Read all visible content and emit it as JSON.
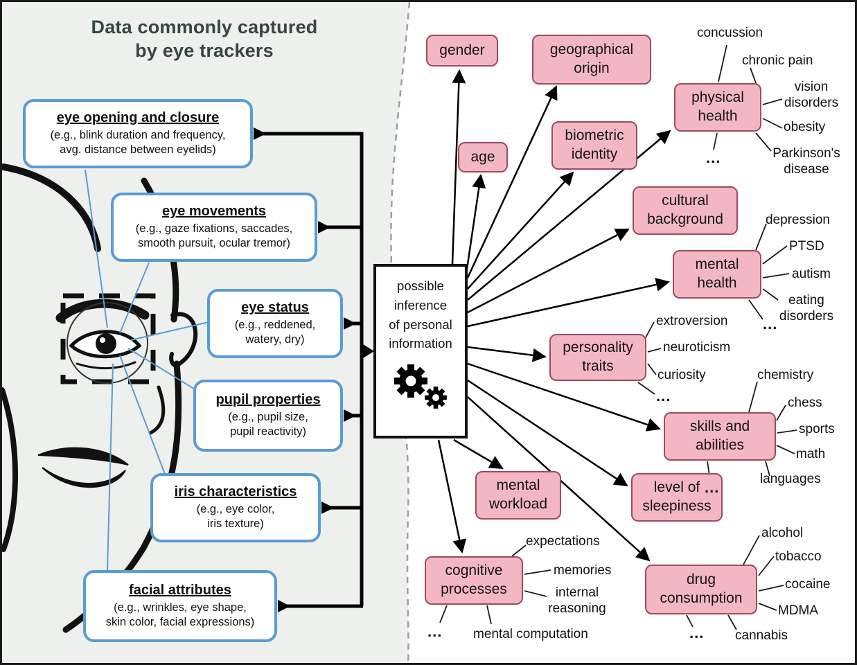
{
  "title": "Data commonly captured\nby eye trackers",
  "capture_boxes": [
    {
      "title": "eye opening and closure",
      "desc": "(e.g., blink duration and frequency,\navg. distance between eyelids)"
    },
    {
      "title": "eye movements",
      "desc": "(e.g., gaze fixations, saccades,\nsmooth pursuit, ocular tremor)"
    },
    {
      "title": "eye status",
      "desc": "(e.g., reddened,\nwatery, dry)"
    },
    {
      "title": "pupil properties",
      "desc": "(e.g., pupil size,\npupil reactivity)"
    },
    {
      "title": "iris characteristics",
      "desc": "(e.g., eye color,\niris texture)"
    },
    {
      "title": "facial attributes",
      "desc": "(e.g., wrinkles, eye shape,\nskin color, facial expressions)"
    }
  ],
  "center_box": {
    "text": "possible\ninference\nof personal\ninformation"
  },
  "inference_boxes": [
    {
      "label": "gender"
    },
    {
      "label": "geographical\norigin"
    },
    {
      "label": "age"
    },
    {
      "label": "biometric\nidentity"
    },
    {
      "label": "physical\nhealth"
    },
    {
      "label": "cultural\nbackground"
    },
    {
      "label": "mental\nhealth"
    },
    {
      "label": "personality\ntraits"
    },
    {
      "label": "skills and\nabilities"
    },
    {
      "label": "mental\nworkload"
    },
    {
      "label": "level of\nsleepiness"
    },
    {
      "label": "cognitive\nprocesses"
    },
    {
      "label": "drug\nconsumption"
    }
  ],
  "leaves": {
    "physical_health": [
      "concussion",
      "chronic pain",
      "vision\ndisorders",
      "obesity",
      "Parkinson's\ndisease",
      "..."
    ],
    "mental_health": [
      "depression",
      "PTSD",
      "autism",
      "eating\ndisorders",
      "..."
    ],
    "personality_traits": [
      "extroversion",
      "neuroticism",
      "curiosity",
      "..."
    ],
    "skills": [
      "chemistry",
      "chess",
      "sports",
      "math",
      "languages",
      "..."
    ],
    "cognitive": [
      "expectations",
      "memories",
      "internal\nreasoning",
      "mental computation",
      "..."
    ],
    "drug": [
      "alcohol",
      "tobacco",
      "cocaine",
      "MDMA",
      "cannabis",
      "..."
    ]
  },
  "colors": {
    "capture_border": "#5b9bd5",
    "inference_fill": "#f3b7c3",
    "inference_border": "#9e4a60",
    "left_panel_bg": "#edf0ec"
  }
}
